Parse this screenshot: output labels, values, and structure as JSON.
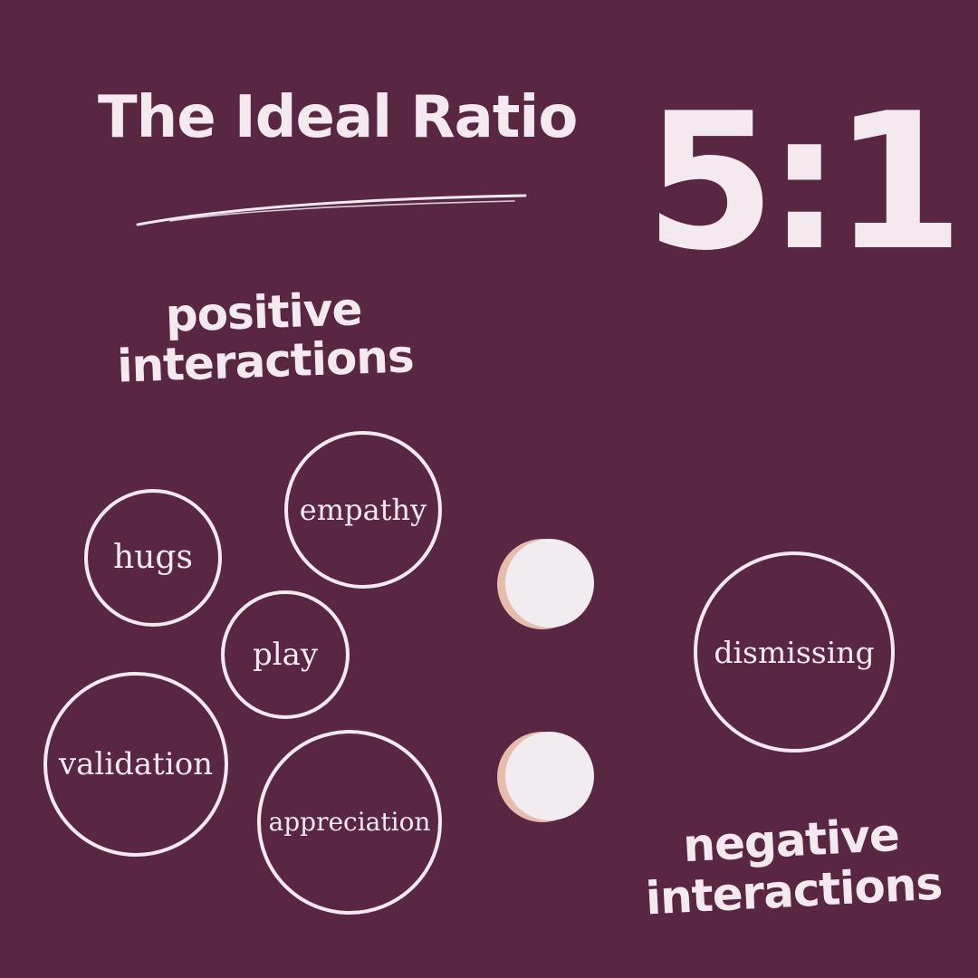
{
  "title": "The Ideal Ratio",
  "ratio": "5:1",
  "positive_label": {
    "line1": "positive",
    "line2": "interactions"
  },
  "negative_label": {
    "line1": "negative",
    "line2": "interactions"
  },
  "positive_bubbles": [
    "hugs",
    "empathy",
    "play",
    "validation",
    "appreciation"
  ],
  "negative_bubbles": [
    "dismissing"
  ],
  "colors": {
    "background": "#5a2742",
    "text": "#f3e9ee",
    "dot_face": "#f0ecef",
    "dot_shadow": "#e6bcad"
  }
}
